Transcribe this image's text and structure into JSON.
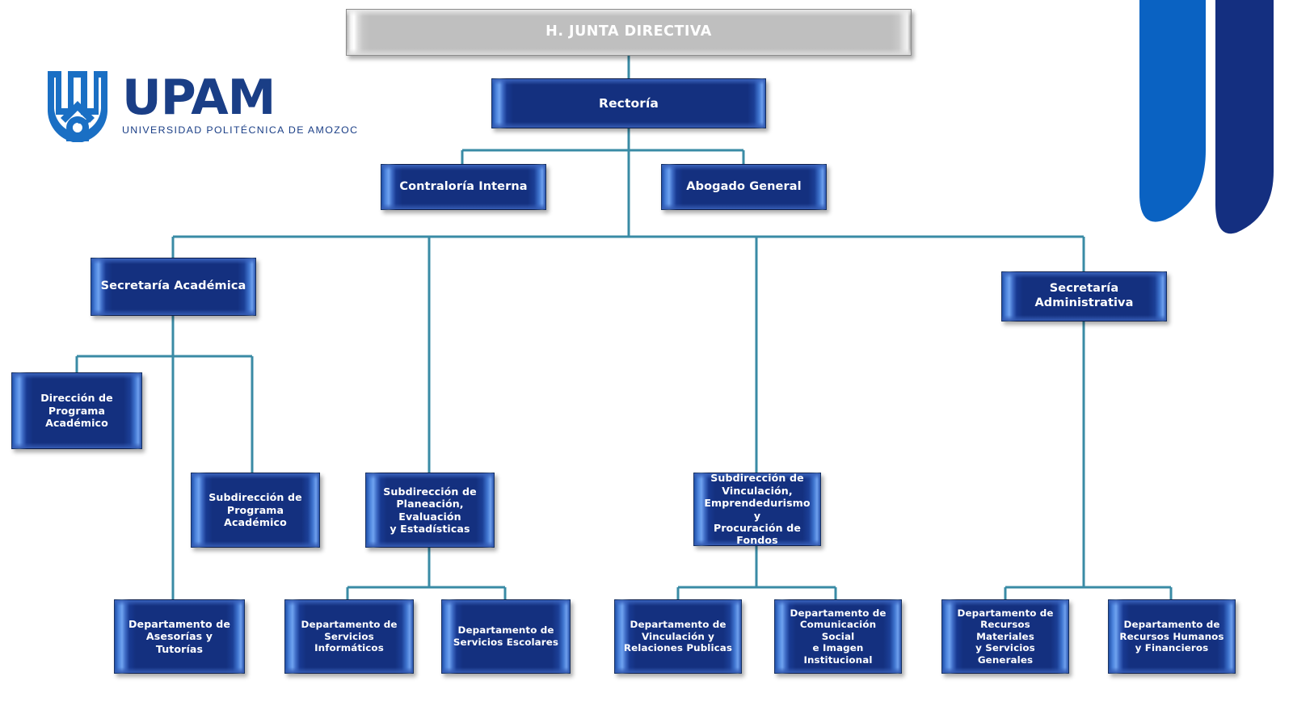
{
  "page": {
    "title": "Organigrama UPAM",
    "background": "#ffffff",
    "node_fill": "#14307f",
    "node_fill_top": "#bfbfbf",
    "connector_color": "#3a8ba5",
    "logo_color": "#1a3e86",
    "ribbon_light": "#0a62c2",
    "ribbon_dark": "#142f80"
  },
  "logo": {
    "name": "upam-logo",
    "wordmark": "UPAM",
    "subtitle": "UNIVERSIDAD POLITÉCNICA DE AMOZOC"
  },
  "chart_data": {
    "type": "diagram",
    "title": "Organigrama UPAM",
    "nodes": [
      {
        "id": "junta",
        "label": "H. JUNTA DIRECTIVA",
        "level": 0,
        "style": "grey"
      },
      {
        "id": "rectoria",
        "label": "Rectoría",
        "level": 1,
        "style": "navy"
      },
      {
        "id": "contraloria",
        "label": "Contraloría Interna",
        "level": 2,
        "style": "navy"
      },
      {
        "id": "abogado",
        "label": "Abogado General",
        "level": 2,
        "style": "navy"
      },
      {
        "id": "sec-acad",
        "label": "Secretaría Académica",
        "level": 3,
        "style": "navy"
      },
      {
        "id": "sec-admin",
        "label": "Secretaría Administrativa",
        "level": 3,
        "style": "navy"
      },
      {
        "id": "dir-prog",
        "label": "Dirección de\nPrograma Académico",
        "level": 4,
        "style": "navy"
      },
      {
        "id": "sub-prog",
        "label": "Subdirección de\nPrograma Académico",
        "level": 4,
        "style": "navy"
      },
      {
        "id": "sub-plan",
        "label": "Subdirección de\nPlaneación, Evaluación\ny Estadísticas",
        "level": 4,
        "style": "navy"
      },
      {
        "id": "sub-vinc",
        "label": "Subdirección de\nVinculación,\nEmprendedurismo y\nProcuración de Fondos",
        "level": 4,
        "style": "navy"
      },
      {
        "id": "dep-asesorias",
        "label": "Departamento de\nAsesorías y Tutorías",
        "level": 5,
        "style": "navy"
      },
      {
        "id": "dep-informat",
        "label": "Departamento de\nServicios Informáticos",
        "level": 5,
        "style": "navy"
      },
      {
        "id": "dep-escolares",
        "label": "Departamento de\nServicios Escolares",
        "level": 5,
        "style": "navy"
      },
      {
        "id": "dep-vinc",
        "label": "Departamento de\nVinculación y\nRelaciones Publicas",
        "level": 5,
        "style": "navy"
      },
      {
        "id": "dep-comunic",
        "label": "Departamento de\nComunicación Social\ne Imagen Institucional",
        "level": 5,
        "style": "navy"
      },
      {
        "id": "dep-materiales",
        "label": "Departamento de\nRecursos Materiales\ny Servicios Generales",
        "level": 5,
        "style": "navy"
      },
      {
        "id": "dep-humanos",
        "label": "Departamento de\nRecursos Humanos\ny Financieros",
        "level": 5,
        "style": "navy"
      }
    ],
    "edges": [
      {
        "from": "junta",
        "to": "rectoria"
      },
      {
        "from": "rectoria",
        "to": "contraloria"
      },
      {
        "from": "rectoria",
        "to": "abogado"
      },
      {
        "from": "rectoria",
        "to": "sec-acad"
      },
      {
        "from": "rectoria",
        "to": "sub-plan"
      },
      {
        "from": "rectoria",
        "to": "sub-vinc"
      },
      {
        "from": "rectoria",
        "to": "sec-admin"
      },
      {
        "from": "sec-acad",
        "to": "dir-prog"
      },
      {
        "from": "sec-acad",
        "to": "sub-prog"
      },
      {
        "from": "sec-acad",
        "to": "dep-asesorias"
      },
      {
        "from": "sub-plan",
        "to": "dep-informat"
      },
      {
        "from": "sub-plan",
        "to": "dep-escolares"
      },
      {
        "from": "sub-vinc",
        "to": "dep-vinc"
      },
      {
        "from": "sub-vinc",
        "to": "dep-comunic"
      },
      {
        "from": "sec-admin",
        "to": "dep-materiales"
      },
      {
        "from": "sec-admin",
        "to": "dep-humanos"
      }
    ]
  }
}
